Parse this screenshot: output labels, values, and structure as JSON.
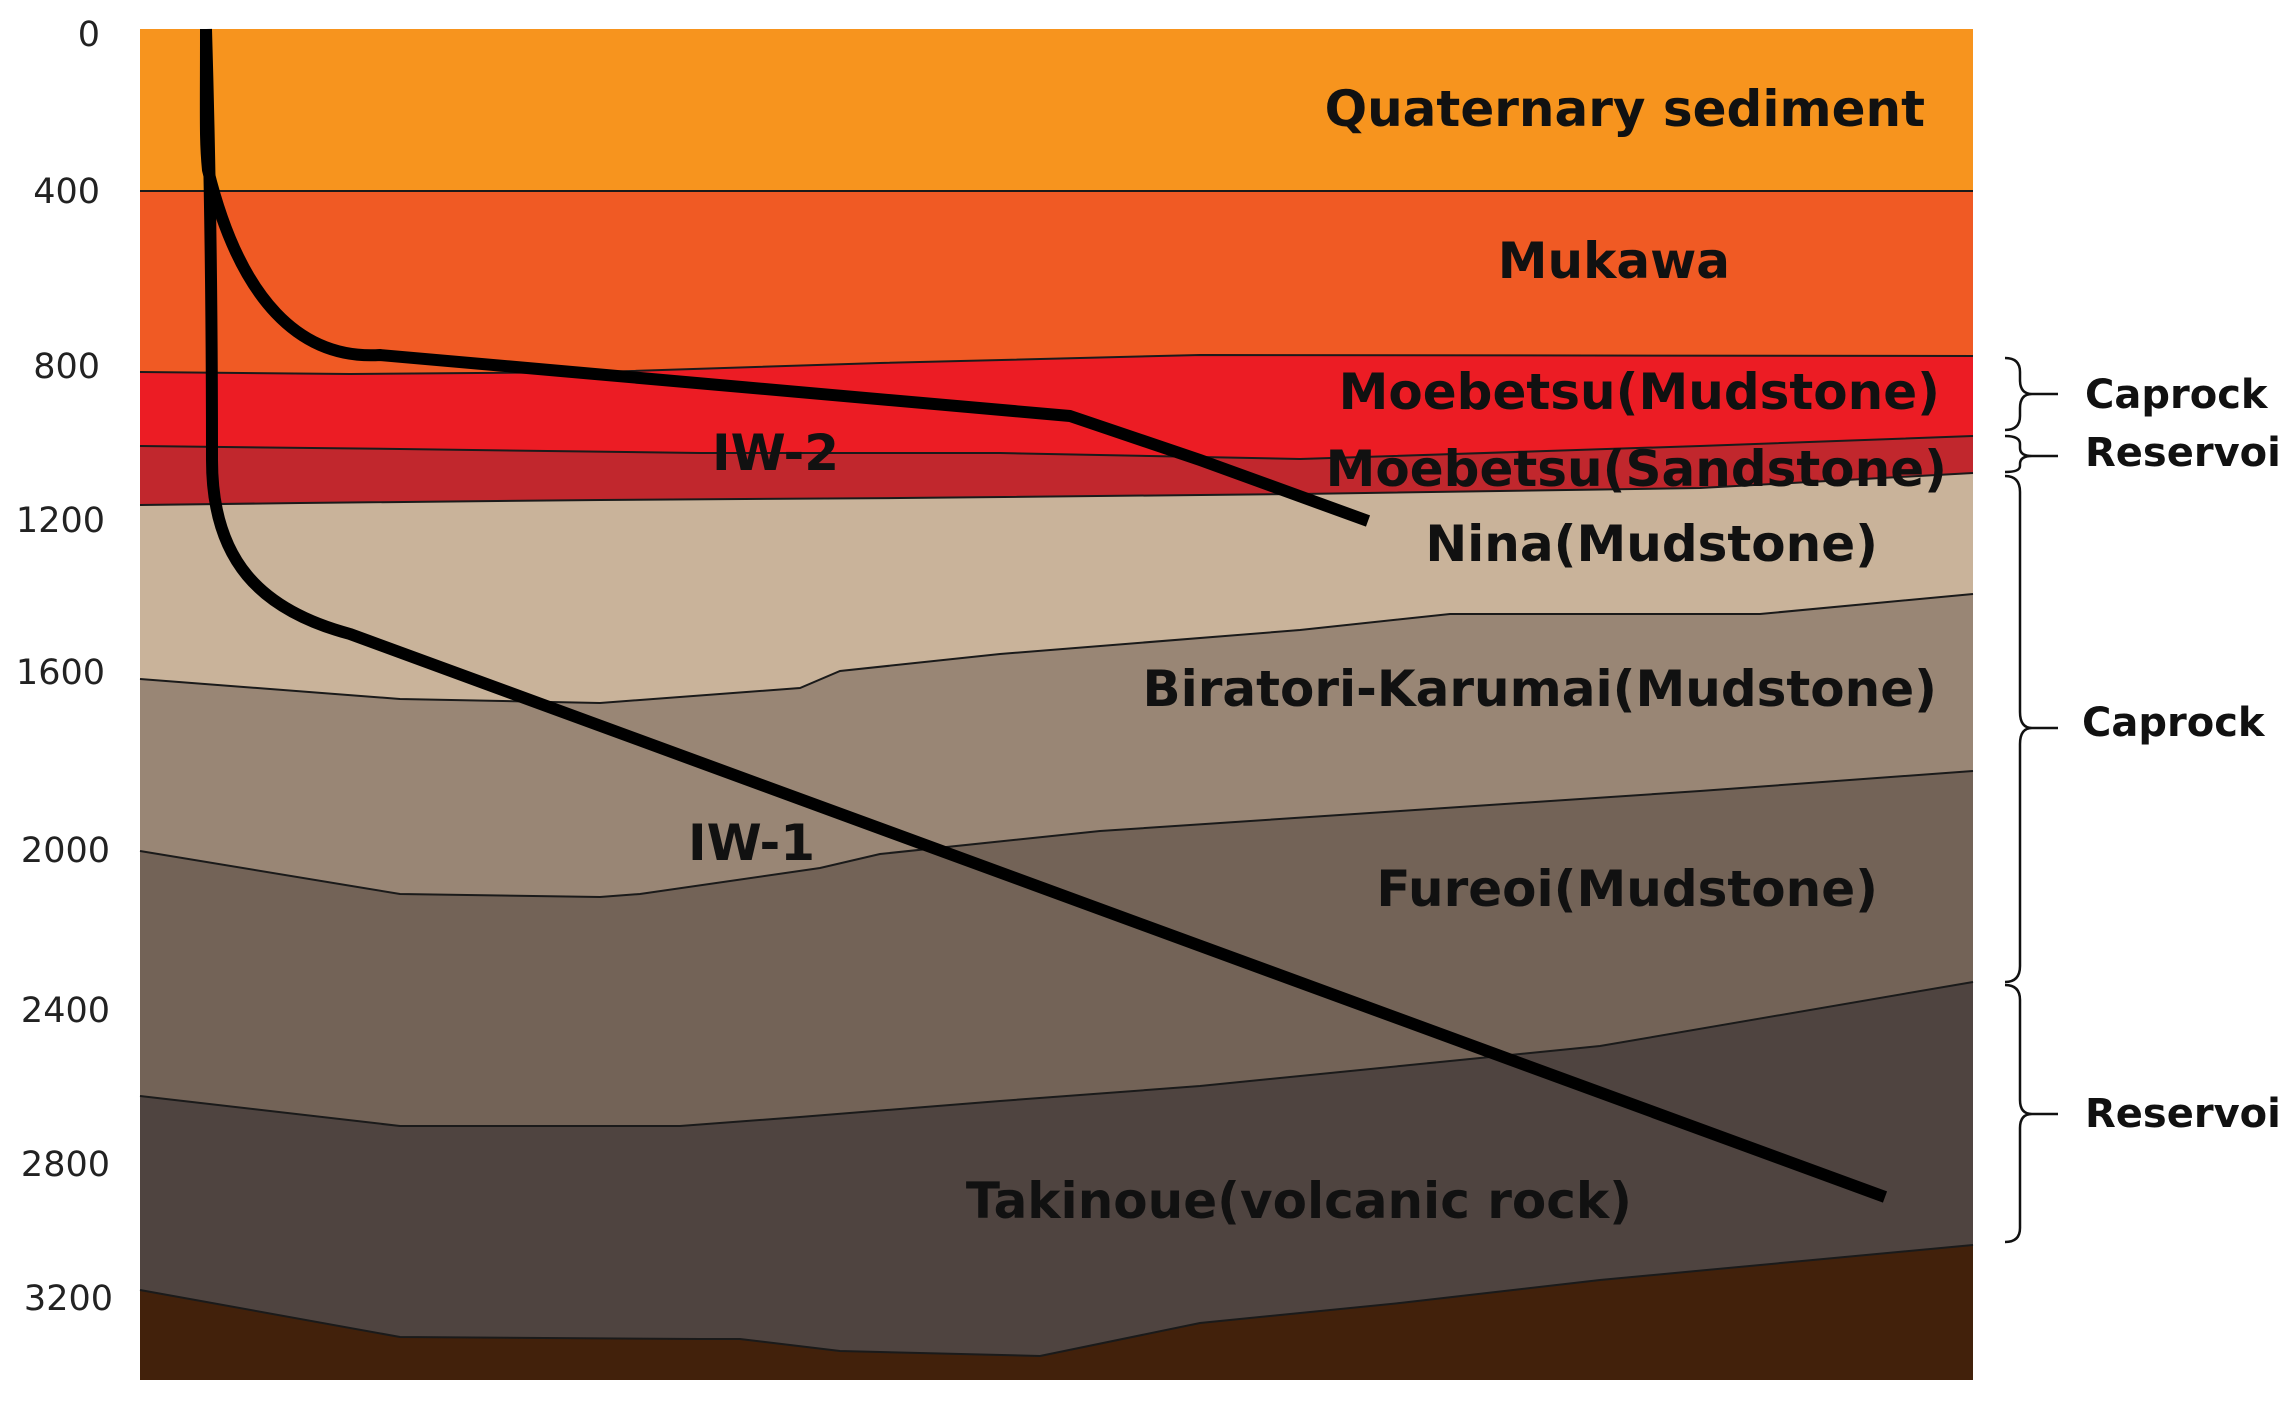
{
  "depth_axis": {
    "ticks": [
      "0",
      "400",
      "800",
      "1200",
      "1600",
      "2000",
      "2400",
      "2800",
      "3200"
    ]
  },
  "formations": [
    {
      "id": "quaternary",
      "label": "Quaternary sediment",
      "color": "#F7941E"
    },
    {
      "id": "mukawa",
      "label": "Mukawa",
      "color": "#F05A24"
    },
    {
      "id": "moebetsu-mud",
      "label": "Moebetsu(Mudstone)",
      "color": "#EC1C24"
    },
    {
      "id": "moebetsu-sand",
      "label": "Moebetsu(Sandstone)",
      "color": "#C1272D"
    },
    {
      "id": "nina",
      "label": "Nina(Mudstone)",
      "color": "#C9B39A"
    },
    {
      "id": "biratori",
      "label": "Biratori-Karumai(Mudstone)",
      "color": "#998675"
    },
    {
      "id": "fureoi",
      "label": "Fureoi(Mudstone)",
      "color": "#736357"
    },
    {
      "id": "takinoue",
      "label": "Takinoue(volcanic rock)",
      "color": "#4F4440"
    },
    {
      "id": "basement",
      "label": "",
      "color": "#42210B"
    }
  ],
  "wells": [
    {
      "id": "iw-1",
      "label": "IW-1"
    },
    {
      "id": "iw-2",
      "label": "IW-2"
    }
  ],
  "zones": [
    {
      "id": "caprock-upper",
      "label": "Caprock"
    },
    {
      "id": "reservoir-upper",
      "label": "Reservoir"
    },
    {
      "id": "caprock-lower",
      "label": "Caprock"
    },
    {
      "id": "reservoir-lower",
      "label": "Reservoir"
    }
  ]
}
